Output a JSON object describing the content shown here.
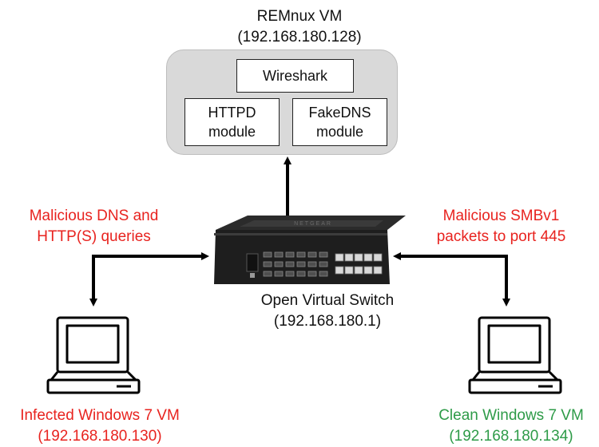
{
  "remnux": {
    "title": "REMnux VM",
    "ip": "(192.168.180.128)",
    "modules": {
      "wireshark": "Wireshark",
      "httpd_line1": "HTTPD",
      "httpd_line2": "module",
      "fakedns_line1": "FakeDNS",
      "fakedns_line2": "module"
    }
  },
  "switch": {
    "name": "Open Virtual Switch",
    "ip": "(192.168.180.1)",
    "brand": "NETGEAR"
  },
  "left_annotation": {
    "line1": "Malicious DNS and",
    "line2": "HTTP(S) queries"
  },
  "right_annotation": {
    "line1": "Malicious SMBv1",
    "line2": "packets to port 445"
  },
  "infected_vm": {
    "name": "Infected Windows 7 VM",
    "ip": "(192.168.180.130)"
  },
  "clean_vm": {
    "name": "Clean Windows 7 VM",
    "ip": "(192.168.180.134)"
  },
  "colors": {
    "malicious_text": "#e8231f",
    "clean_text": "#2e9b48",
    "box_fill": "#d9d9d9"
  }
}
